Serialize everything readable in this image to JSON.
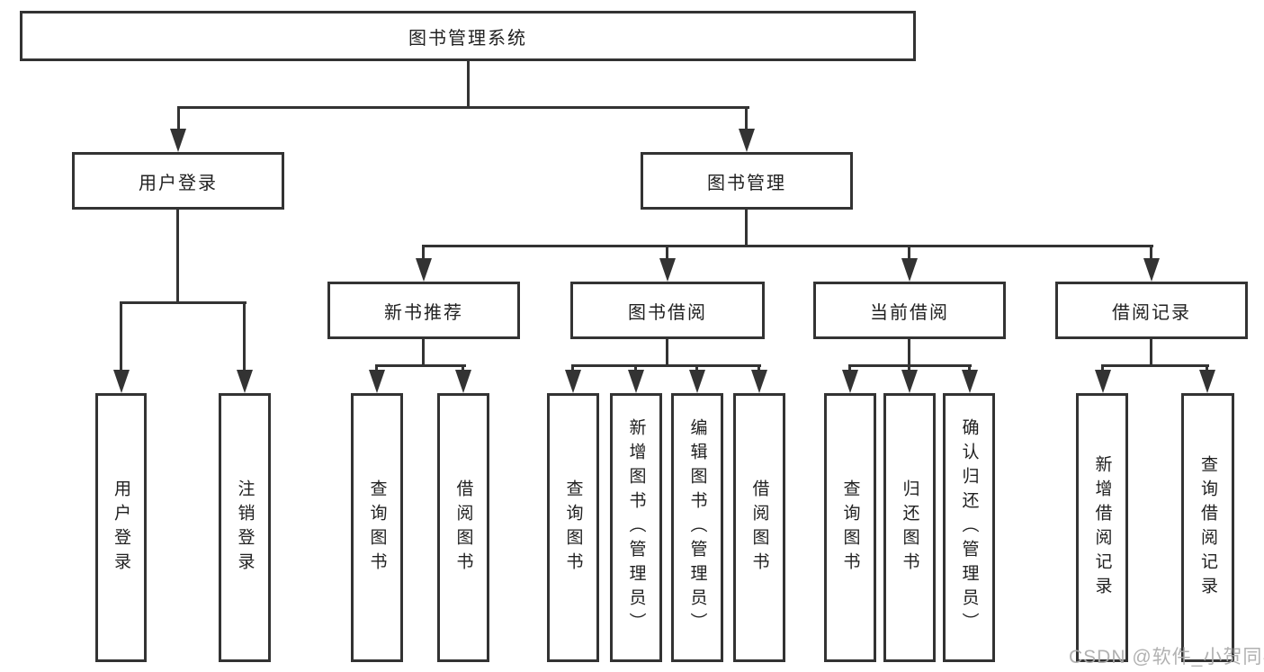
{
  "diagram_type": "hierarchy-tree",
  "tree": {
    "label": "图书管理系统",
    "children": [
      {
        "label": "用户登录",
        "children": [
          {
            "label": "用户登录"
          },
          {
            "label": "注销登录"
          }
        ]
      },
      {
        "label": "图书管理",
        "children": [
          {
            "label": "新书推荐",
            "children": [
              {
                "label": "查询图书"
              },
              {
                "label": "借阅图书"
              }
            ]
          },
          {
            "label": "图书借阅",
            "children": [
              {
                "label": "查询图书"
              },
              {
                "label": "新增图书（管理员）"
              },
              {
                "label": "编辑图书（管理员）"
              },
              {
                "label": "借阅图书"
              }
            ]
          },
          {
            "label": "当前借阅",
            "children": [
              {
                "label": "查询图书"
              },
              {
                "label": "归还图书"
              },
              {
                "label": "确认归还（管理员）"
              }
            ]
          },
          {
            "label": "借阅记录",
            "children": [
              {
                "label": "新增借阅记录"
              },
              {
                "label": "查询借阅记录"
              }
            ]
          }
        ]
      }
    ]
  },
  "watermark": {
    "text": "CSDN @软件_小贺同学",
    "color": "#ababab"
  },
  "colors": {
    "line": "#333333",
    "box_border": "#333333",
    "text": "#212121",
    "background": "#ffffff"
  }
}
